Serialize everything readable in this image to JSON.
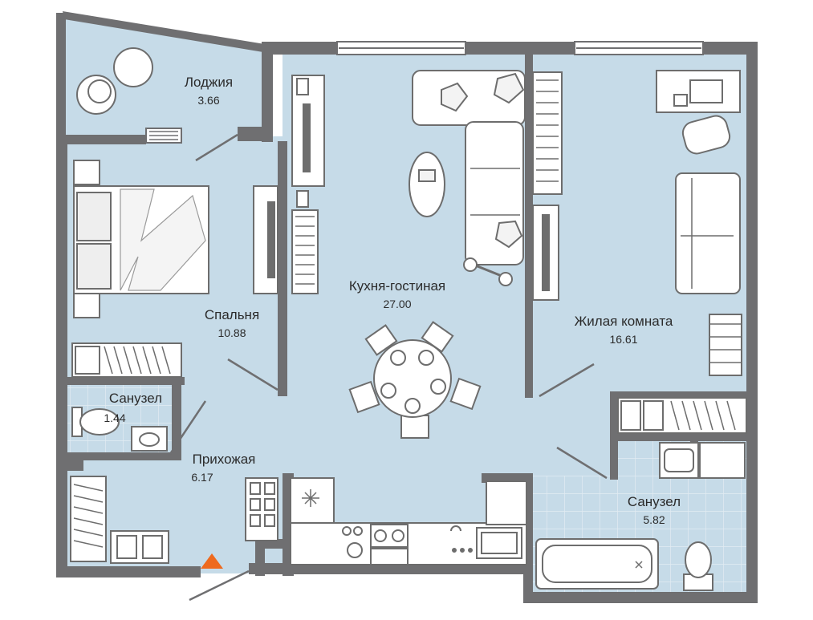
{
  "watermark": "",
  "colors": {
    "floor": "#c6dbe8",
    "wall": "#6f6f71",
    "furniture": "#ffffff",
    "furniture_stroke": "#6d6d6d",
    "tile_grid": "#e2ecf2",
    "entrance_marker": "#ee6a1e"
  },
  "rooms": [
    {
      "id": "loggia",
      "name": "Лоджия",
      "area": "3.66"
    },
    {
      "id": "bedroom",
      "name": "Спальня",
      "area": "10.88"
    },
    {
      "id": "kitchen",
      "name": "Кухня-гостиная",
      "area": "27.00"
    },
    {
      "id": "living",
      "name": "Жилая комната",
      "area": "16.61"
    },
    {
      "id": "wc-small",
      "name": "Санузел",
      "area": "1.44"
    },
    {
      "id": "hall",
      "name": "Прихожая",
      "area": "6.17"
    },
    {
      "id": "bath",
      "name": "Санузел",
      "area": "5.82"
    }
  ],
  "icons": {
    "entrance": "entrance-triangle-icon"
  }
}
